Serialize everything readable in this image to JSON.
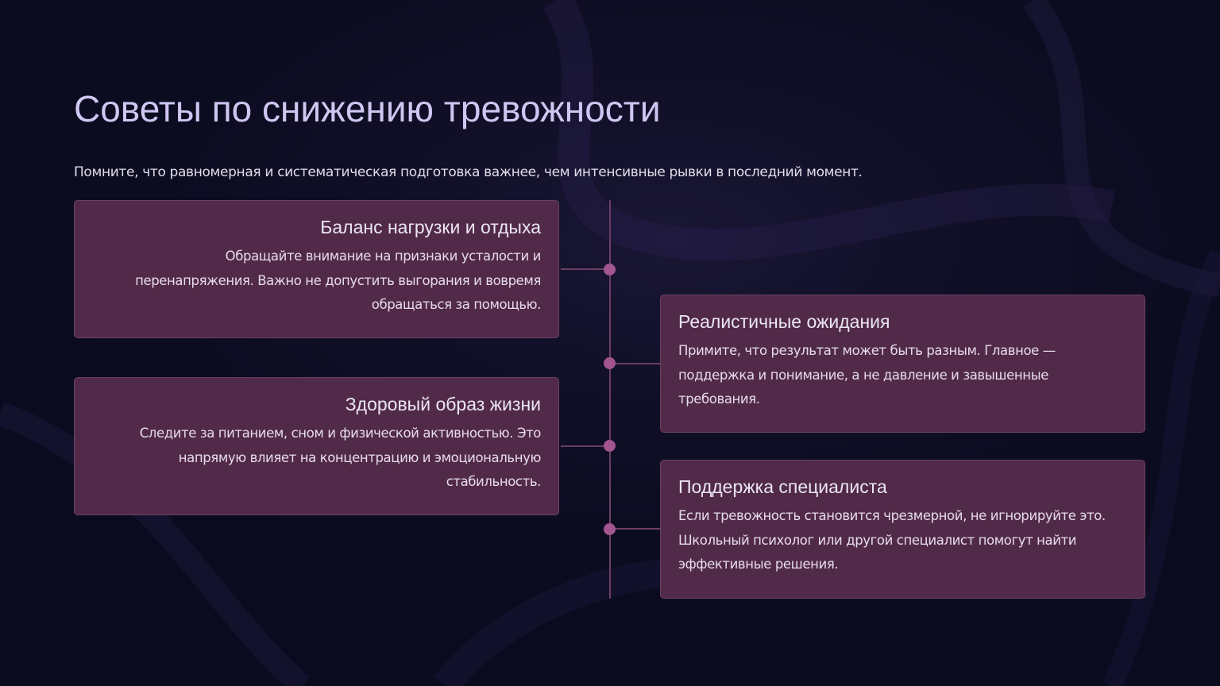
{
  "title": "Советы по снижению тревожности",
  "subtitle": "Помните, что равномерная и систематическая подготовка важнее, чем интенсивные рывки в последний момент.",
  "colors": {
    "background": "#0b0b1f",
    "card": "#522a49",
    "title": "#cfc6f2",
    "timeline_dot": "#a3558f",
    "timeline_line": "#6a3e64"
  },
  "timeline": {
    "items": [
      {
        "heading": "Баланс нагрузки и отдыха",
        "text": "Обращайте внимание на признаки усталости и перенапряжения. Важно не допустить выгорания и вовремя обращаться за помощью.",
        "side": "left"
      },
      {
        "heading": "Реалистичные ожидания",
        "text": "Примите, что результат может быть разным. Главное — поддержка и понимание, а не давление и завышенные требования.",
        "side": "right"
      },
      {
        "heading": "Здоровый образ жизни",
        "text": "Следите за питанием, сном и физической активностью. Это напрямую влияет на концентрацию и эмоциональную стабильность.",
        "side": "left"
      },
      {
        "heading": "Поддержка специалиста",
        "text": "Если тревожность становится чрезмерной, не игнорируйте это. Школьный психолог или другой специалист помогут найти эффективные решения.",
        "side": "right"
      }
    ]
  }
}
